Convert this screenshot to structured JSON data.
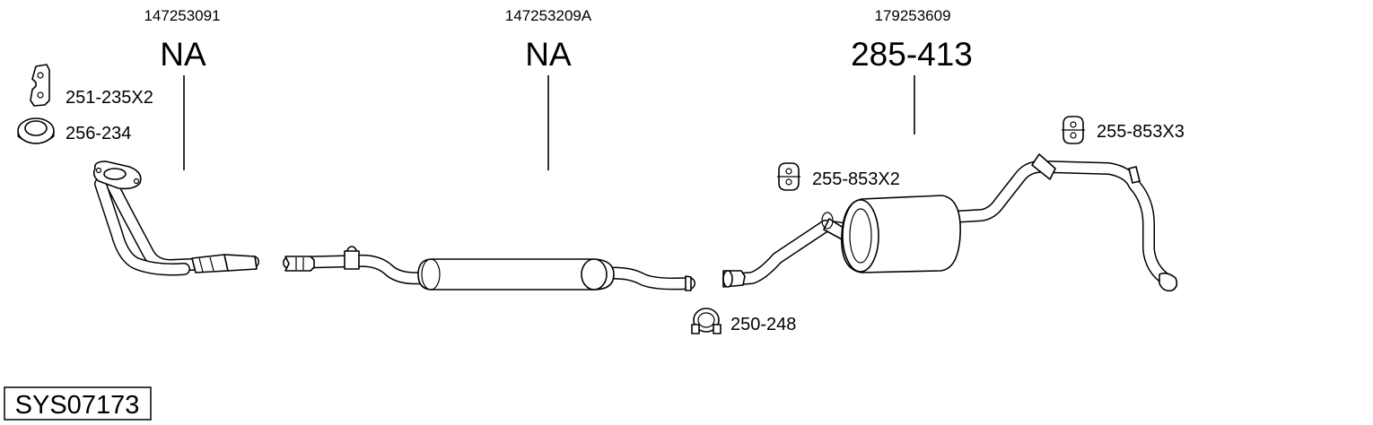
{
  "parts": [
    {
      "oe": "147253091",
      "ref": "NA"
    },
    {
      "oe": "147253209A",
      "ref": "NA"
    },
    {
      "oe": "179253609",
      "ref": "285-413"
    }
  ],
  "accessories": [
    {
      "label": "251-235X2",
      "icon": "bracket-icon"
    },
    {
      "label": "256-234",
      "icon": "gasket-icon"
    },
    {
      "label": "255-853X2",
      "icon": "rubber-mount-icon"
    },
    {
      "label": "255-853X3",
      "icon": "rubber-mount-icon"
    },
    {
      "label": "250-248",
      "icon": "clamp-icon"
    }
  ],
  "system_code": "SYS07173"
}
